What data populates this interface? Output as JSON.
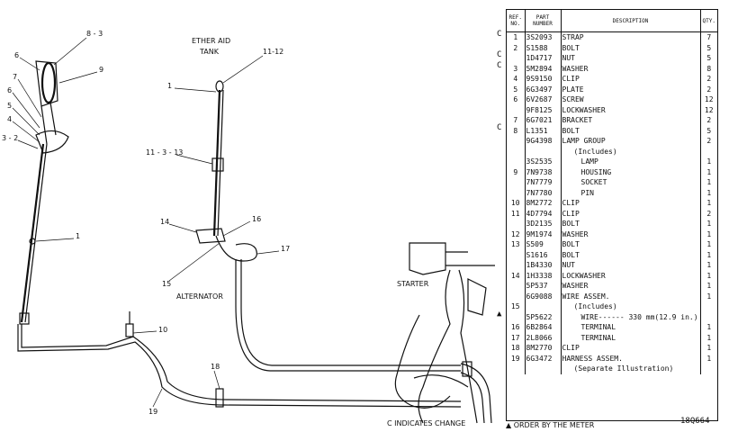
{
  "diagram": {
    "labels": {
      "ether_aid_tank": "ETHER AID",
      "tank": "TANK",
      "alternator": "ALTERNATOR",
      "starter": "STARTER"
    },
    "callouts": {
      "c8_3": "8 - 3",
      "c6": "6",
      "c9": "9",
      "c7": "7",
      "c6b": "6",
      "c5": "5",
      "c4": "4",
      "c3_2": "3 - 2",
      "c1a": "1",
      "c11_12": "11-12",
      "c1b": "1",
      "c11_3_13": "11 - 3 - 13",
      "c14": "14",
      "c16": "16",
      "c17": "17",
      "c15": "15",
      "c10": "10",
      "c18": "18",
      "c19": "19"
    }
  },
  "parts_table": {
    "headers": {
      "ref": "REF. NO.",
      "part": "PART NUMBER",
      "desc": "DESCRIPTION",
      "qty": "QTY."
    },
    "rows": [
      {
        "change": "C",
        "ref": "1",
        "part": "3S2093",
        "desc": "STRAP",
        "qty": "7"
      },
      {
        "change": "",
        "ref": "2",
        "part": "S1588",
        "desc": "BOLT",
        "qty": "5"
      },
      {
        "change": "C",
        "ref": "",
        "part": "1D4717",
        "desc": "NUT",
        "qty": "5"
      },
      {
        "change": "C",
        "ref": "3",
        "part": "5M2894",
        "desc": "WASHER",
        "qty": "8"
      },
      {
        "change": "",
        "ref": "4",
        "part": "9S9150",
        "desc": "CLIP",
        "qty": "2"
      },
      {
        "change": "",
        "ref": "5",
        "part": "6G3497",
        "desc": "PLATE",
        "qty": "2"
      },
      {
        "change": "",
        "ref": "6",
        "part": "6V2687",
        "desc": "SCREW",
        "qty": "12"
      },
      {
        "change": "",
        "ref": "",
        "part": "9F8125",
        "desc": "LOCKWASHER",
        "qty": "12"
      },
      {
        "change": "",
        "ref": "7",
        "part": "6G7021",
        "desc": "BRACKET",
        "qty": "2"
      },
      {
        "change": "C",
        "ref": "8",
        "part": "L1351",
        "desc": "BOLT",
        "qty": "5"
      },
      {
        "change": "",
        "ref": "",
        "part": "9G4398",
        "desc": "LAMP GROUP",
        "qty": "2"
      },
      {
        "change": "",
        "ref": "",
        "part": "",
        "desc": "(Includes)",
        "qty": ""
      },
      {
        "change": "",
        "ref": "",
        "part": "3S2535",
        "desc": "LAMP",
        "qty": "1"
      },
      {
        "change": "",
        "ref": "9",
        "part": "7N9738",
        "desc": "HOUSING",
        "qty": "1"
      },
      {
        "change": "",
        "ref": "",
        "part": "7N7779",
        "desc": "SOCKET",
        "qty": "1"
      },
      {
        "change": "",
        "ref": "",
        "part": "7N7780",
        "desc": "PIN",
        "qty": "1"
      },
      {
        "change": "",
        "ref": "10",
        "part": "8M2772",
        "desc": "CLIP",
        "qty": "1"
      },
      {
        "change": "",
        "ref": "11",
        "part": "4D7794",
        "desc": "CLIP",
        "qty": "2"
      },
      {
        "change": "",
        "ref": "",
        "part": "3D2135",
        "desc": "BOLT",
        "qty": "1"
      },
      {
        "change": "",
        "ref": "12",
        "part": "9M1974",
        "desc": "WASHER",
        "qty": "1"
      },
      {
        "change": "",
        "ref": "13",
        "part": "S509",
        "desc": "BOLT",
        "qty": "1"
      },
      {
        "change": "",
        "ref": "",
        "part": "S1616",
        "desc": "BOLT",
        "qty": "1"
      },
      {
        "change": "",
        "ref": "",
        "part": "1B4330",
        "desc": "NUT",
        "qty": "1"
      },
      {
        "change": "",
        "ref": "14",
        "part": "1H3338",
        "desc": "LOCKWASHER",
        "qty": "1"
      },
      {
        "change": "",
        "ref": "",
        "part": "5P537",
        "desc": "WASHER",
        "qty": "1"
      },
      {
        "change": "",
        "ref": "",
        "part": "6G9088",
        "desc": "WIRE ASSEM.",
        "qty": "1"
      },
      {
        "change": "",
        "ref": "15",
        "part": "",
        "desc": "(Includes)",
        "qty": ""
      },
      {
        "change": "▲",
        "ref": "",
        "part": "5P5622",
        "desc": "WIRE------ 330 mm(12.9 in.)",
        "qty": ""
      },
      {
        "change": "",
        "ref": "16",
        "part": "6B2864",
        "desc": "TERMINAL",
        "qty": "1"
      },
      {
        "change": "",
        "ref": "17",
        "part": "2L8066",
        "desc": "TERMINAL",
        "qty": "1"
      },
      {
        "change": "",
        "ref": "18",
        "part": "8M2770",
        "desc": "CLIP",
        "qty": "1"
      },
      {
        "change": "",
        "ref": "19",
        "part": "6G3472",
        "desc": "HARNESS ASSEM.",
        "qty": "1"
      },
      {
        "change": "",
        "ref": "",
        "part": "",
        "desc": "(Separate Illustration)",
        "qty": ""
      }
    ]
  },
  "footer": {
    "change_note": "C INDICATES CHANGE",
    "meter_note": "▲ ORDER BY THE METER",
    "illustration_number": "18Q664"
  }
}
